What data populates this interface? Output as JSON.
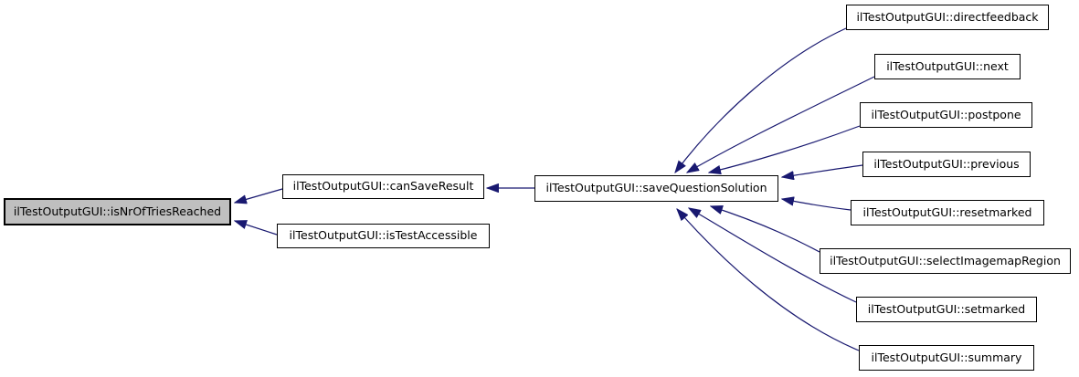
{
  "diagram": {
    "type": "call-graph",
    "background": "#ffffff",
    "colors": {
      "edge": "#191970",
      "node_border": "#000000",
      "node_fill": "#ffffff",
      "focused_node_fill": "#bfbfbf",
      "text": "#000000"
    }
  },
  "nodes": [
    {
      "id": "isNrOfTriesReached",
      "label": "ilTestOutputGUI::isNrOfTriesReached",
      "focused": true
    },
    {
      "id": "canSaveResult",
      "label": "ilTestOutputGUI::canSaveResult",
      "focused": false
    },
    {
      "id": "isTestAccessible",
      "label": "ilTestOutputGUI::isTestAccessible",
      "focused": false
    },
    {
      "id": "saveQuestionSolution",
      "label": "ilTestOutputGUI::saveQuestionSolution",
      "focused": false
    },
    {
      "id": "directfeedback",
      "label": "ilTestOutputGUI::directfeedback",
      "focused": false
    },
    {
      "id": "next",
      "label": "ilTestOutputGUI::next",
      "focused": false
    },
    {
      "id": "postpone",
      "label": "ilTestOutputGUI::postpone",
      "focused": false
    },
    {
      "id": "previous",
      "label": "ilTestOutputGUI::previous",
      "focused": false
    },
    {
      "id": "resetmarked",
      "label": "ilTestOutputGUI::resetmarked",
      "focused": false
    },
    {
      "id": "selectImagemapRegion",
      "label": "ilTestOutputGUI::selectImagemapRegion",
      "focused": false
    },
    {
      "id": "setmarked",
      "label": "ilTestOutputGUI::setmarked",
      "focused": false
    },
    {
      "id": "summary",
      "label": "ilTestOutputGUI::summary",
      "focused": false
    }
  ],
  "edges": [
    {
      "from": "canSaveResult",
      "to": "isNrOfTriesReached"
    },
    {
      "from": "isTestAccessible",
      "to": "isNrOfTriesReached"
    },
    {
      "from": "saveQuestionSolution",
      "to": "canSaveResult"
    },
    {
      "from": "directfeedback",
      "to": "saveQuestionSolution"
    },
    {
      "from": "next",
      "to": "saveQuestionSolution"
    },
    {
      "from": "postpone",
      "to": "saveQuestionSolution"
    },
    {
      "from": "previous",
      "to": "saveQuestionSolution"
    },
    {
      "from": "resetmarked",
      "to": "saveQuestionSolution"
    },
    {
      "from": "selectImagemapRegion",
      "to": "saveQuestionSolution"
    },
    {
      "from": "setmarked",
      "to": "saveQuestionSolution"
    },
    {
      "from": "summary",
      "to": "saveQuestionSolution"
    }
  ]
}
